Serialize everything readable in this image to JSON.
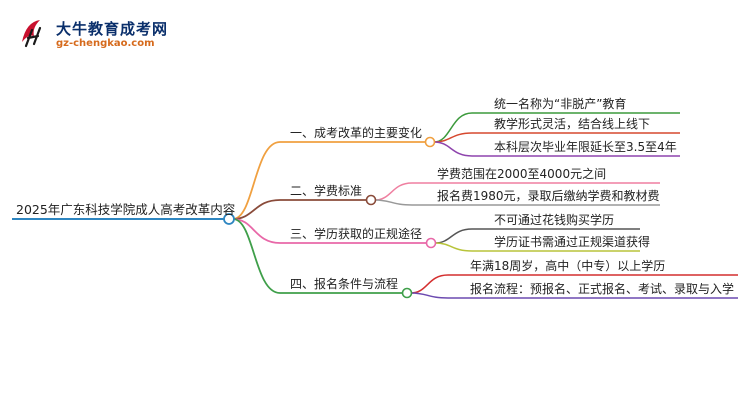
{
  "brand": {
    "name": "大牛教育成考网",
    "url": "gz-chengkao.com"
  },
  "root": {
    "text": "2025年广东科技学院成人高考改革内容",
    "color": "#2e86c1"
  },
  "branches": [
    {
      "label": "一、成考改革的主要变化",
      "color": "#f0a040",
      "children": [
        {
          "text": "统一名称为“非脱产”教育",
          "color": "#3c9a3c"
        },
        {
          "text": "教学形式灵活，结合线上线下",
          "color": "#d6492f"
        },
        {
          "text": "本科层次毕业年限延长至3.5至4年",
          "color": "#8e44ad"
        }
      ]
    },
    {
      "label": "二、学费标准",
      "color": "#8a4b3a",
      "children": [
        {
          "text": "学费范围在2000至4000元之间",
          "color": "#ef7fa0"
        },
        {
          "text": "报名费1980元，录取后缴纳学费和教材费",
          "color": "#999999"
        }
      ]
    },
    {
      "label": "三、学历获取的正规途径",
      "color": "#e868a8",
      "children": [
        {
          "text": "不可通过花钱购买学历",
          "color": "#555555"
        },
        {
          "text": "学历证书需通过正规渠道获得",
          "color": "#b8c43a"
        }
      ]
    },
    {
      "label": "四、报名条件与流程",
      "color": "#3f9f4a",
      "children": [
        {
          "text": "年满18周岁，高中（中专）以上学历",
          "color": "#d42f2f"
        },
        {
          "text": "报名流程：预报名、正式报名、考试、录取与入学",
          "color": "#6c4ab0"
        }
      ]
    }
  ]
}
